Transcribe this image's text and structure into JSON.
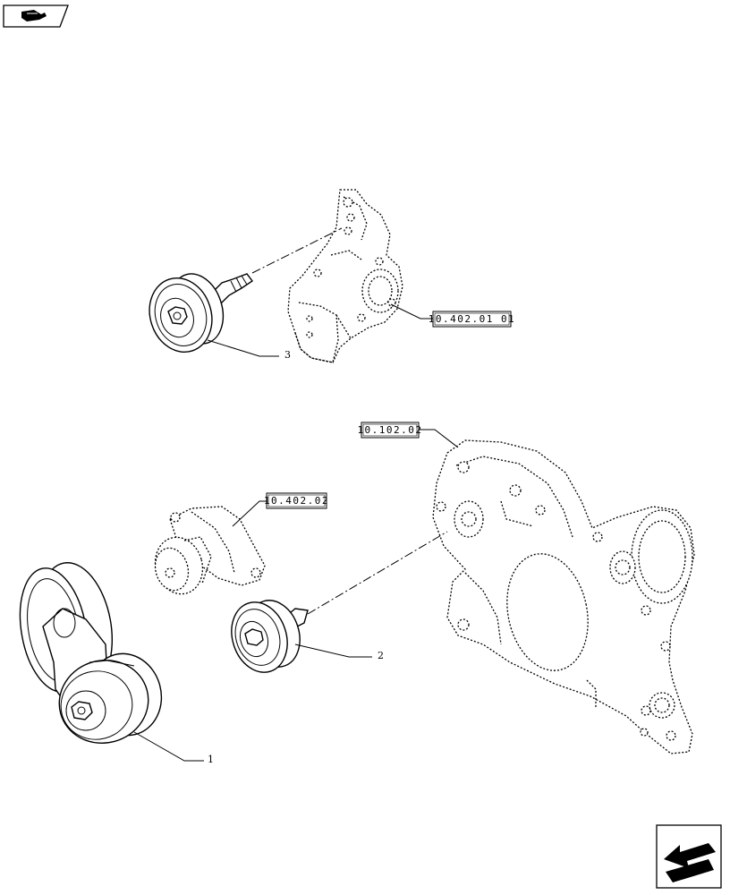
{
  "nav": {
    "top_left_icon": "book-hand-icon",
    "bottom_right_icon": "arrow-back-icon"
  },
  "references": {
    "ref1": "10.402.01 01",
    "ref2": "10.102.02",
    "ref3": "10.402.02"
  },
  "callouts": {
    "c1": "1",
    "c2": "2",
    "c3": "3"
  }
}
